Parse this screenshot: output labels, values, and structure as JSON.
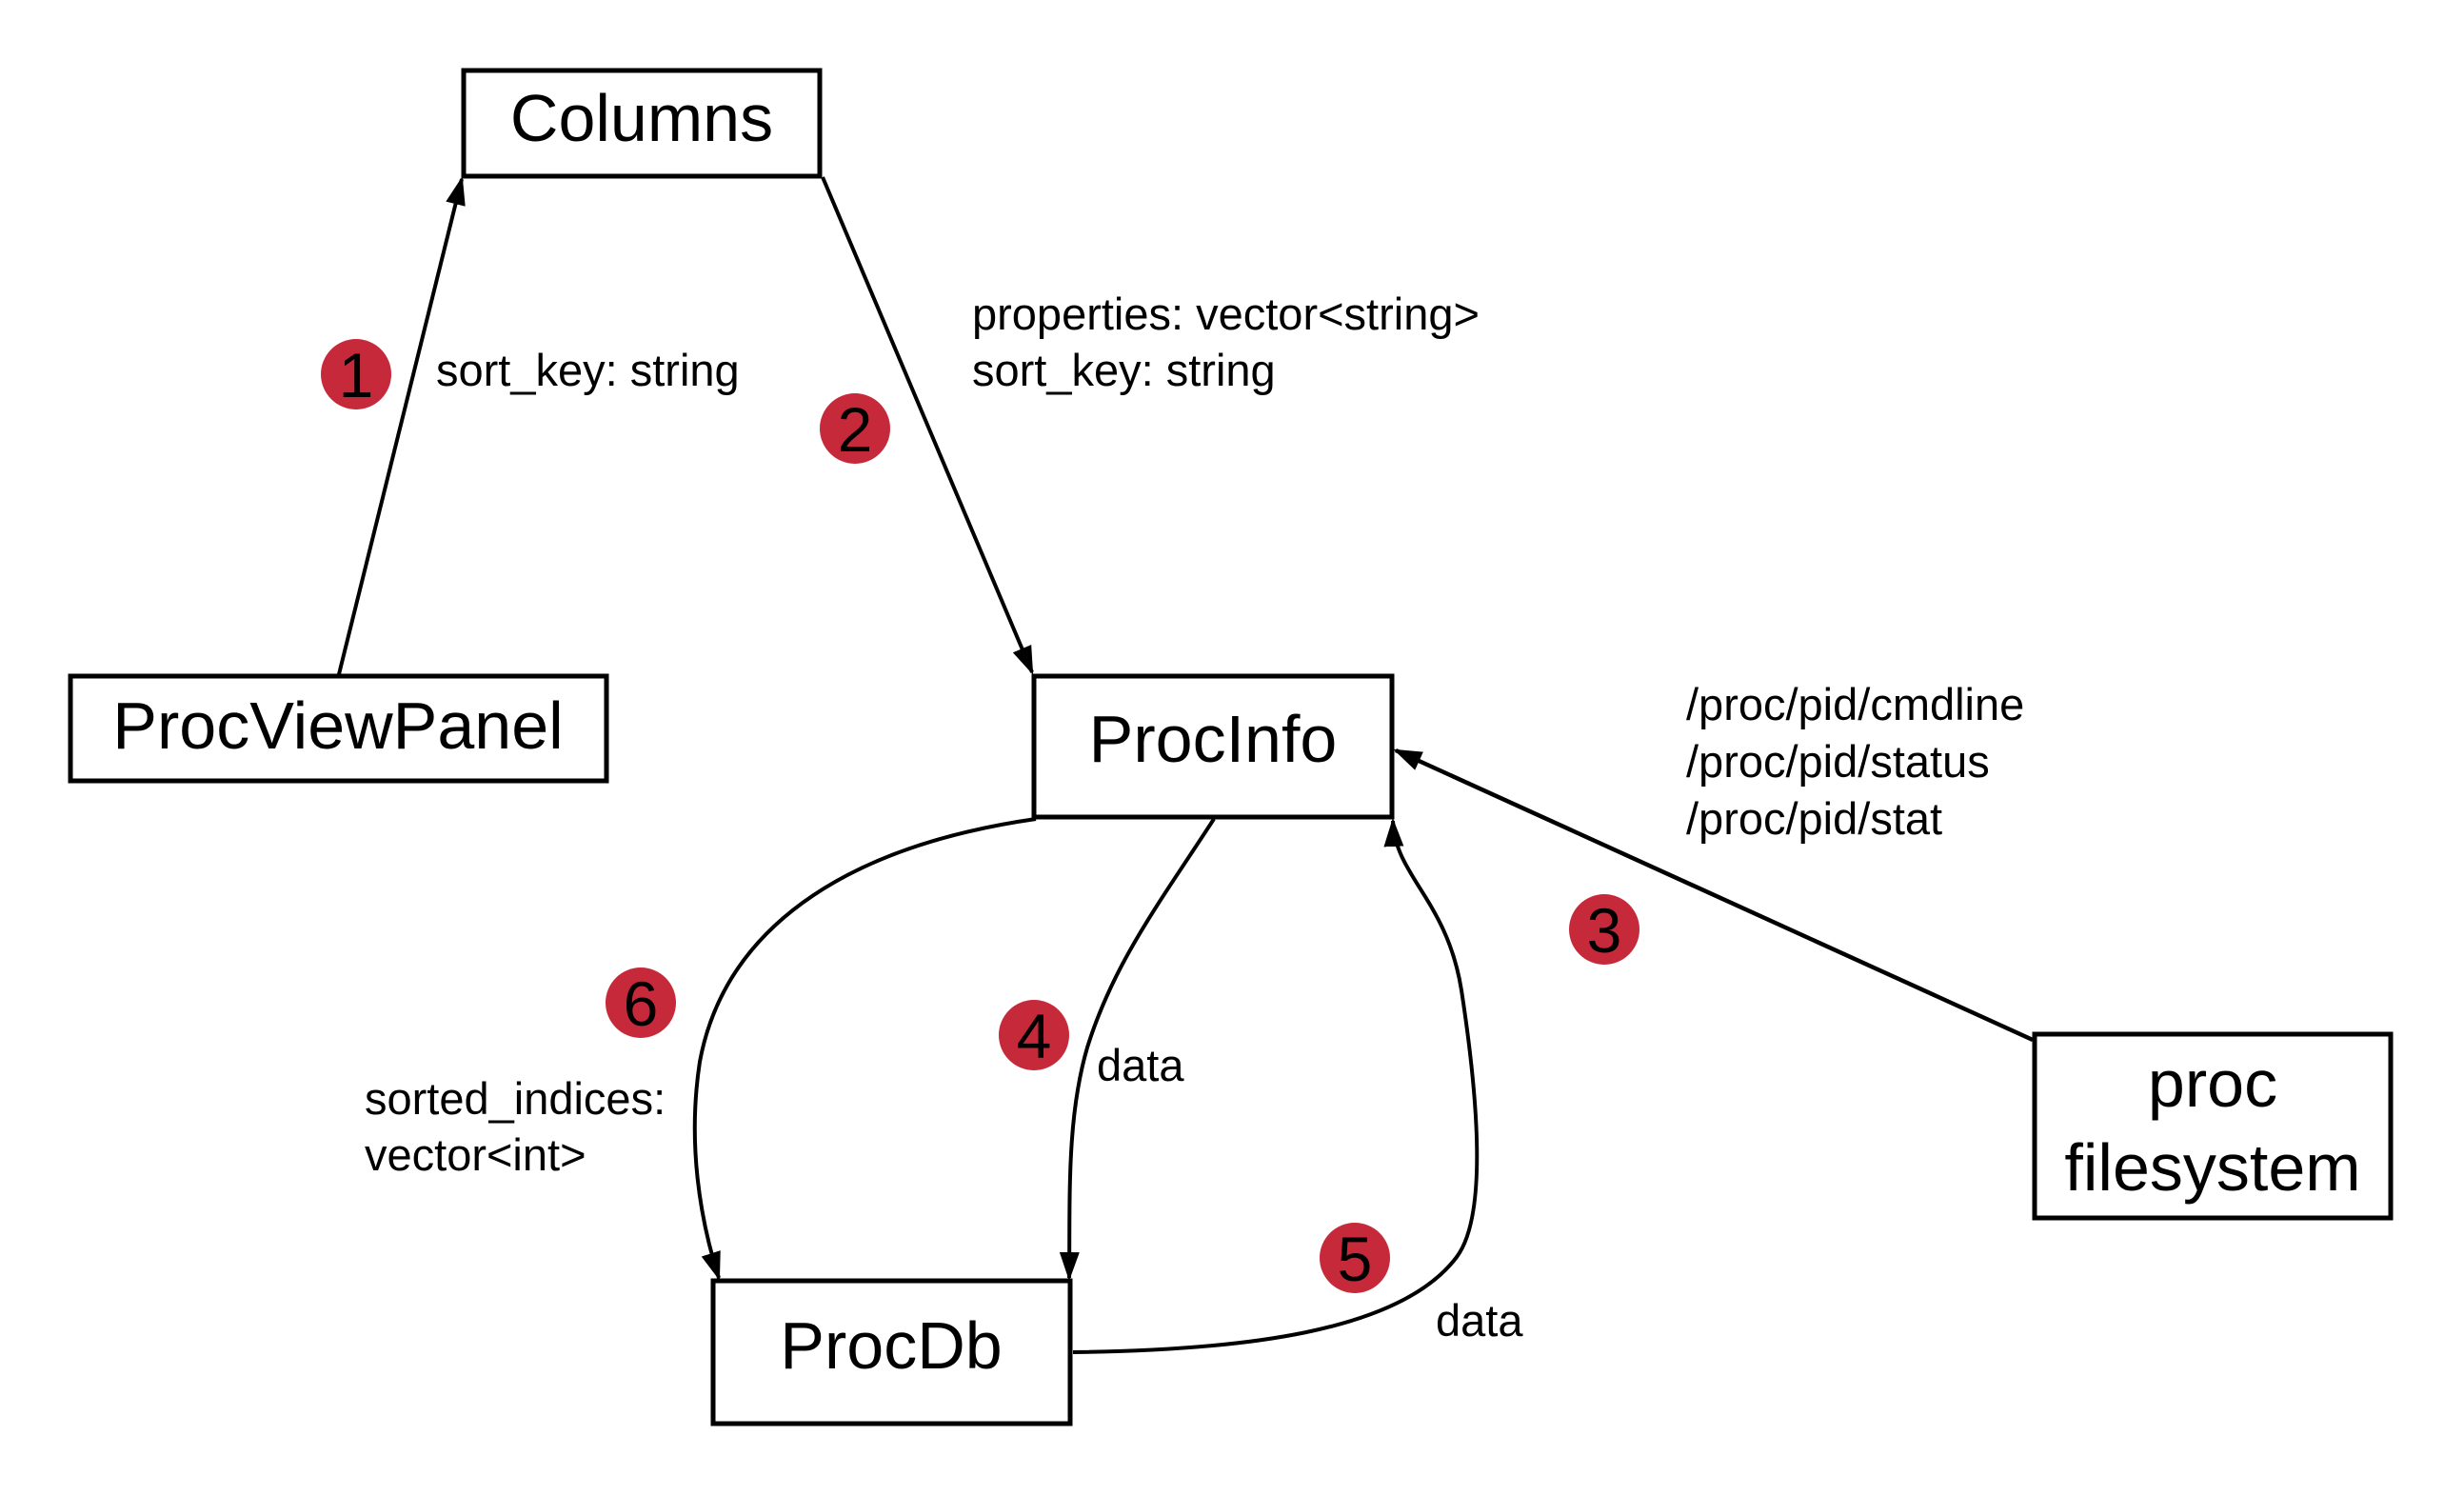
{
  "diagram": {
    "nodes": [
      {
        "id": "columns",
        "label": "Columns"
      },
      {
        "id": "procviewpanel",
        "label": "ProcViewPanel"
      },
      {
        "id": "procinfo",
        "label": "ProcInfo"
      },
      {
        "id": "procfs",
        "label_lines": [
          "proc",
          "filesystem"
        ]
      },
      {
        "id": "procdb",
        "label": "ProcDb"
      }
    ],
    "edges": [
      {
        "step": "1",
        "from": "ProcViewPanel",
        "to": "Columns",
        "label_lines": [
          "sort_key: string"
        ]
      },
      {
        "step": "2",
        "from": "Columns",
        "to": "ProcInfo",
        "label_lines": [
          "properties: vector<string>",
          "sort_key: string"
        ]
      },
      {
        "step": "3",
        "from": "proc filesystem",
        "to": "ProcInfo",
        "label_lines": [
          "/proc/pid/cmdline",
          "/proc/pid/status",
          "/proc/pid/stat"
        ]
      },
      {
        "step": "4",
        "from": "ProcInfo",
        "to": "ProcDb",
        "label_lines": [
          "data"
        ]
      },
      {
        "step": "5",
        "from": "ProcDb",
        "to": "ProcInfo",
        "label_lines": [
          "data"
        ]
      },
      {
        "step": "6",
        "from": "ProcInfo",
        "to": "ProcDb",
        "label_lines": [
          "sorted_indices:",
          "vector<int>"
        ]
      }
    ],
    "colors": {
      "badge": "#c62a3a",
      "stroke": "#000000",
      "background": "#ffffff"
    }
  }
}
